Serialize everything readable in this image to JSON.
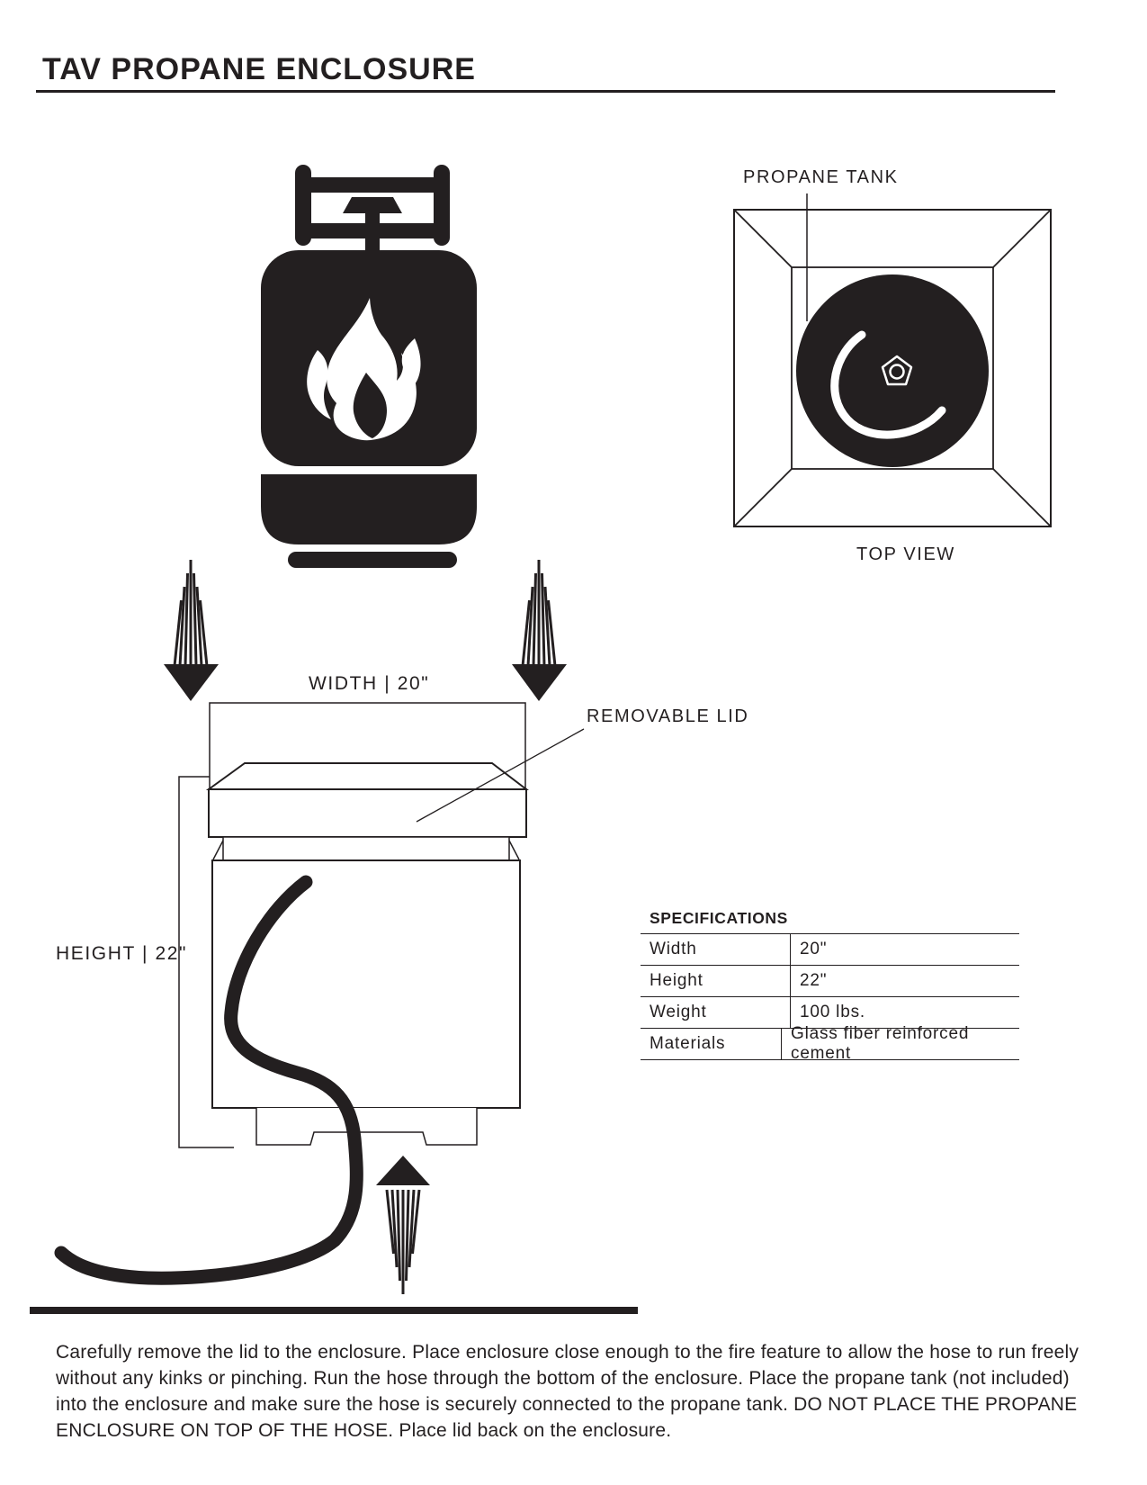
{
  "page": {
    "title": "TAV PROPANE ENCLOSURE",
    "instructions": "Carefully remove the lid to the enclosure. Place enclosure close enough to the fire feature to allow the hose to run freely without any kinks or pinching. Run the hose through the bottom of the enclosure. Place the propane tank (not included) into the enclosure and make sure the hose is securely connected to the propane tank. DO NOT PLACE THE PROPANE ENCLOSURE ON TOP OF THE HOSE. Place lid back on the enclosure."
  },
  "top_view": {
    "tank_label": "PROPANE TANK",
    "caption": "TOP VIEW"
  },
  "enclosure_diagram": {
    "width_label": "WIDTH | 20\"",
    "height_label": "HEIGHT | 22\"",
    "lid_label": "REMOVABLE LID"
  },
  "specifications": {
    "heading": "SPECIFICATIONS",
    "rows": [
      {
        "label": "Width",
        "value": "20\""
      },
      {
        "label": "Height",
        "value": "22\""
      },
      {
        "label": "Weight",
        "value": "100 lbs."
      },
      {
        "label": "Materials",
        "value": "Glass fiber reinforced cement"
      }
    ]
  },
  "colors": {
    "ink": "#231f20",
    "paper": "#ffffff"
  }
}
